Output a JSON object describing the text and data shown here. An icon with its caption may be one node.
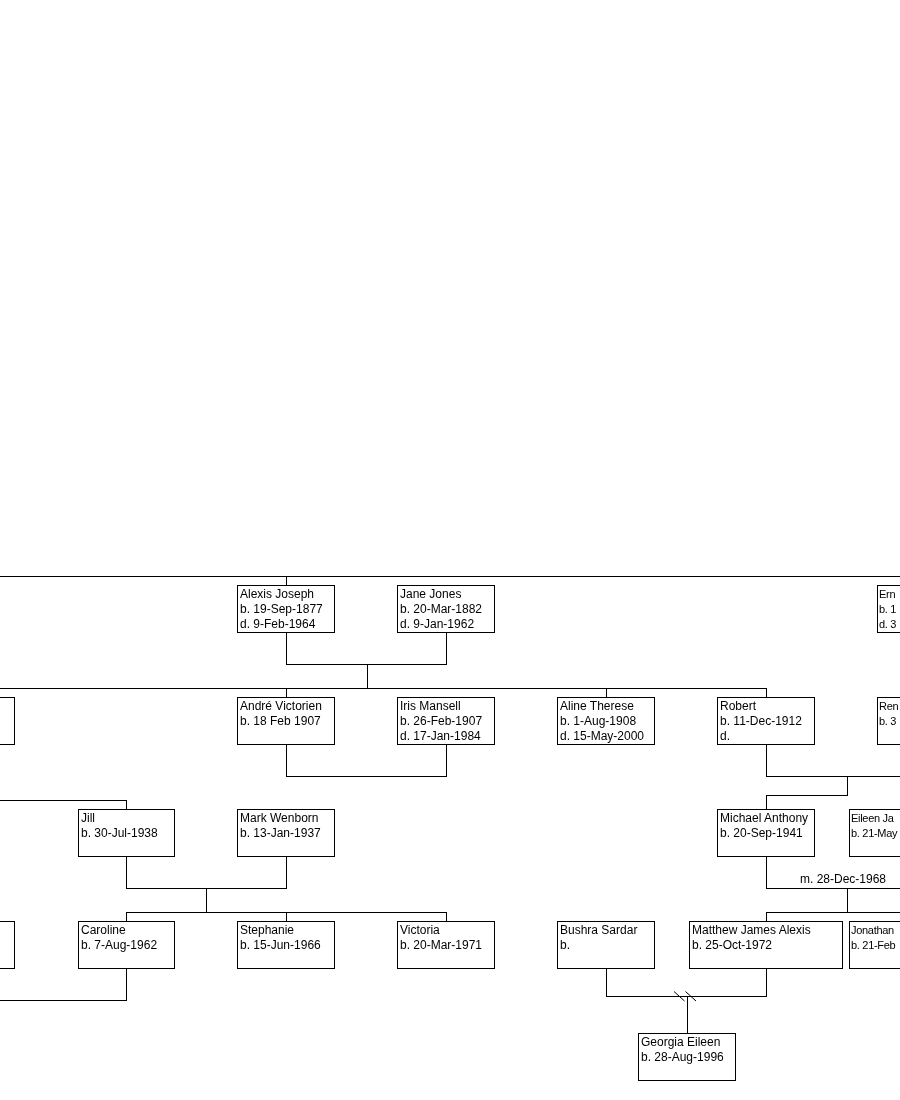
{
  "diagram": {
    "nodes": [
      {
        "text": [
          "Alexis Joseph",
          "b. 19-Sep-1877",
          "d. 9-Feb-1964"
        ]
      },
      {
        "text": [
          "Jane Jones",
          "b. 20-Mar-1882",
          "d. 9-Jan-1962"
        ]
      },
      {
        "text": [
          "Ern",
          "b. 1",
          "d. 3"
        ]
      },
      {
        "text": [],
        "shape": "box"
      },
      {
        "text": [
          "André Victorien",
          "b. 18 Feb 1907"
        ]
      },
      {
        "text": [
          "Iris Mansell",
          "b. 26-Feb-1907",
          "d. 17-Jan-1984"
        ]
      },
      {
        "text": [
          "Aline Therese",
          "b. 1-Aug-1908",
          "d. 15-May-2000"
        ]
      },
      {
        "text": [
          "Robert",
          "b. 11-Dec-1912",
          "d."
        ]
      },
      {
        "text": [
          "Ren",
          "b. 3"
        ]
      },
      {
        "text": [
          "Jill",
          "b. 30-Jul-1938"
        ]
      },
      {
        "text": [
          "Mark Wenborn",
          "b. 13-Jan-1937"
        ]
      },
      {
        "text": [
          "Michael Anthony",
          "b. 20-Sep-1941"
        ]
      },
      {
        "text": [
          "Eileen Ja",
          "b. 21-May"
        ]
      },
      {
        "text": [],
        "shape": "box"
      },
      {
        "text": [
          "Caroline",
          "b. 7-Aug-1962"
        ]
      },
      {
        "text": [
          "Stephanie",
          "b. 15-Jun-1966"
        ]
      },
      {
        "text": [
          "Victoria",
          "b. 20-Mar-1971"
        ]
      },
      {
        "text": [
          "Bushra Sardar",
          "b."
        ]
      },
      {
        "text": [
          "Matthew James Alexis",
          "b. 25-Oct-1972"
        ]
      },
      {
        "text": [
          "Jonathan",
          "b. 21-Feb"
        ]
      },
      {
        "text": [
          "Georgia Eileen",
          "b. 28-Aug-1996"
        ]
      }
    ],
    "edges": [
      {
        "from": null,
        "to": 0,
        "arrow": "none"
      },
      {
        "from": 0,
        "to": 2,
        "arrow": "none"
      },
      {
        "from": 0,
        "to": 1,
        "arrow": "none"
      },
      {
        "from": 0,
        "to": 4,
        "arrow": "none"
      },
      {
        "from": 0,
        "to": 6,
        "arrow": "none"
      },
      {
        "from": 0,
        "to": 7,
        "arrow": "none"
      },
      {
        "from": 0,
        "to": 3,
        "arrow": "none"
      },
      {
        "from": 1,
        "to": 4,
        "arrow": "none"
      },
      {
        "from": 1,
        "to": 6,
        "arrow": "none"
      },
      {
        "from": 1,
        "to": 7,
        "arrow": "none"
      },
      {
        "from": 1,
        "to": 3,
        "arrow": "none"
      },
      {
        "from": 4,
        "to": 5,
        "arrow": "none"
      },
      {
        "from": 7,
        "to": null,
        "arrow": "none"
      },
      {
        "from": 7,
        "to": 11,
        "arrow": "none"
      },
      {
        "from": null,
        "to": 9,
        "arrow": "none"
      },
      {
        "from": 9,
        "to": 10,
        "arrow": "none"
      },
      {
        "from": 9,
        "to": 14,
        "arrow": "none"
      },
      {
        "from": 9,
        "to": 15,
        "arrow": "none"
      },
      {
        "from": 9,
        "to": 16,
        "arrow": "none"
      },
      {
        "from": 10,
        "to": 14,
        "arrow": "none"
      },
      {
        "from": 10,
        "to": 15,
        "arrow": "none"
      },
      {
        "from": 10,
        "to": 16,
        "arrow": "none"
      },
      {
        "from": 11,
        "to": null,
        "arrow": "none",
        "label": "m. 28-Dec-1968"
      },
      {
        "from": 11,
        "to": 18,
        "arrow": "none"
      },
      {
        "from": 11,
        "to": 19,
        "arrow": "none"
      },
      {
        "from": 14,
        "to": null,
        "arrow": "none"
      },
      {
        "from": 17,
        "to": 18,
        "arrow": "none"
      },
      {
        "from": 17,
        "to": 20,
        "arrow": "none"
      },
      {
        "from": 18,
        "to": 20,
        "arrow": "none"
      }
    ]
  }
}
